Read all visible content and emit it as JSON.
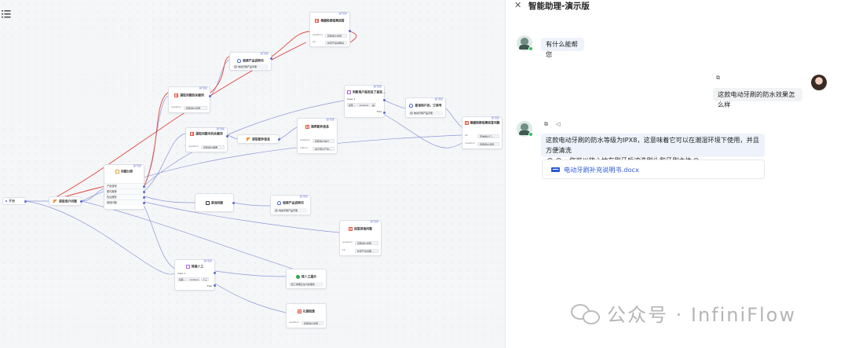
{
  "panel": {
    "title": "智能助理-演示版",
    "messages": [
      {
        "role": "assistant",
        "text": "有什么能帮您"
      },
      {
        "role": "user",
        "text": "这款电动牙刷的防水效果怎么样"
      },
      {
        "role": "assistant",
        "text_line1": "这款电动牙刷的防水等级为IPX8，这意味着它可以在潮湿环境下使用，并且方便清洗",
        "text_line2a": "。您可以放心地在刷牙后冲洗刷头和牙刷主体",
        "text_line2b": "。",
        "attachment": "电动牙刷补充说明书.docx"
      }
    ]
  },
  "watermark": {
    "text": "公众号 · InfiniFlow"
  },
  "canvas": {
    "run_label": "运行结果",
    "begin": {
      "label": "开始"
    },
    "nodes": {
      "rewrite": {
        "title": "获取用户问题"
      },
      "categorize": {
        "title": "问题分类",
        "items": [
          "产品咨询",
          "配件推荐",
          "售后服务",
          "其他问题"
        ]
      },
      "keyword": {
        "title": "提取问题的关键词",
        "rows": [
          {
            "k": "question",
            "v": "获取用户问题"
          }
        ]
      },
      "product_answer": {
        "title": "检索产品说明书",
        "chip": "电动牙刷产品手册"
      },
      "retrieval_top": {
        "title": "根据检索结果回答",
        "rows": [
          {
            "k": "question",
            "v": "获取用户问题"
          },
          {
            "k": "kb",
            "v": "检索产品说明书"
          }
        ]
      },
      "accessory": {
        "title": "提取问题中的关键词",
        "rows": [
          {
            "k": "question",
            "v": "获取用户需要"
          }
        ]
      },
      "accessory_kw": {
        "title": "获取配件信息"
      },
      "recommend": {
        "title": "推荐配件信息",
        "rows": [
          {
            "k": "question",
            "v": "获取用户信息"
          },
          {
            "k": "history",
            "v": "提示用户产品..."
          }
        ]
      },
      "switch_mid": {
        "title": "判断用户是否说了是否...",
        "case": "Case 1",
        "cond": [
          "如果...",
          "contains",
          "是"
        ],
        "else": "Else"
      },
      "search_order": {
        "title": "查询用户的，订单号",
        "chip": "电动牙刷产品手册"
      },
      "answer_right": {
        "title": "根据检索结果回答问题",
        "rows": [
          {
            "k": "kb",
            "v": "查询用户订..."
          },
          {
            "k": "question",
            "v": "获取用户问题"
          }
        ]
      },
      "other": {
        "title": "其他问题"
      },
      "after_service": {
        "title": "检索产品说明书",
        "chip": "电动牙刷产品手册"
      },
      "default_reply": {
        "title": "回答其他问题",
        "rows": [
          {
            "k": "question",
            "v": "获取用户问题"
          },
          {
            "k": "kb",
            "v": "检索产品说明..."
          }
        ]
      },
      "human": {
        "title": "转接人工",
        "case": "Case 1",
        "cond": [
          "获取...",
          "contains",
          "人工"
        ],
        "else": "Else"
      },
      "human_msg": {
        "title": "转人工提示",
        "chip": "人工客服正在为您服务"
      },
      "nothing": {
        "title": "礼貌回复",
        "rows": [
          {
            "k": "question",
            "v": "获取用户问题"
          }
        ]
      }
    }
  }
}
